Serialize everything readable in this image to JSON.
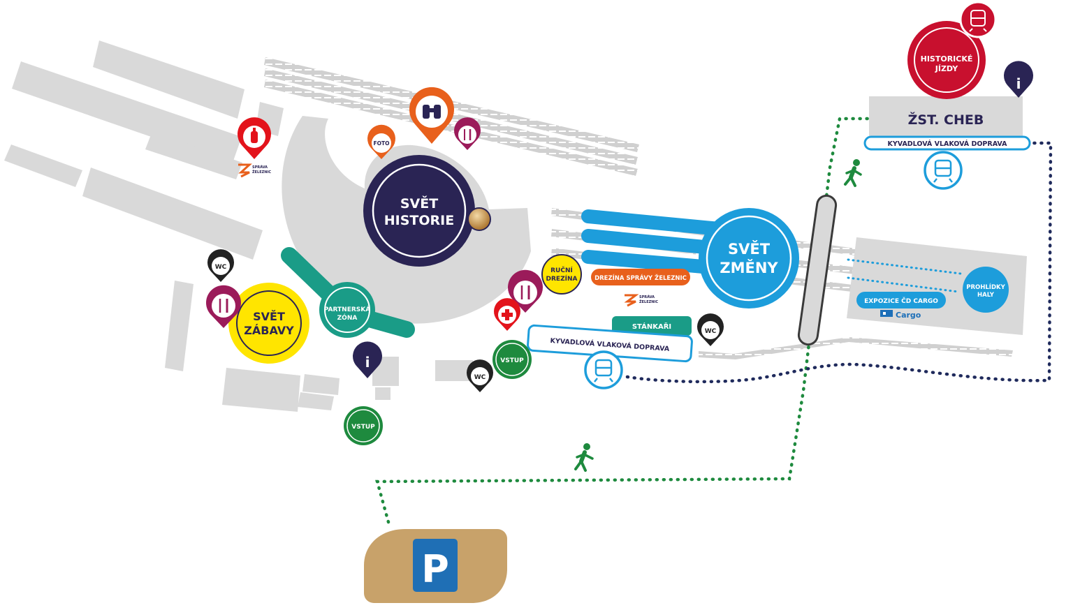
{
  "zones": {
    "svet_historie": [
      "SVĚT",
      "HISTORIE"
    ],
    "svet_zmeny": [
      "SVĚT",
      "ZMĚNY"
    ],
    "svet_zabavy": [
      "SVĚT",
      "ZÁBAVY"
    ],
    "historicke_jizdy": [
      "HISTORICKÉ",
      "JÍZDY"
    ],
    "partnerska_zona": [
      "PARTNERSKÁ",
      "ZÓNA"
    ],
    "prohlidky_haly": [
      "PROHLÍDKY",
      "HALY"
    ],
    "rucni_drezina": [
      "RUČNÍ",
      "DREZÍNA"
    ]
  },
  "labels": {
    "zst_cheb": "ŽST. CHEB",
    "kyvadlova_top": "KYVADLOVÁ VLAKOVÁ DOPRAVA",
    "kyvadlova_mid": "KYVADLOVÁ VLAKOVÁ DOPRAVA",
    "drezina_szel": "DREZÍNA SPRÁVY ŽELEZNIC",
    "stankari": "STÁNKAŘI",
    "expozice_cd": "EXPOZICE ČD CARGO",
    "cd_cargo_logo": "Cargo",
    "foto": "FOTO",
    "vstup_top": "VSTUP",
    "vstup_bottom": "VSTUP",
    "wc_left": "WC",
    "wc_bottom": "WC",
    "wc_right": "WC",
    "info": "i",
    "info2": "i",
    "parking": "P",
    "sz_logo_1": [
      "SPRÁVA",
      "ŽELEZNIC"
    ],
    "sz_logo_2": [
      "SPRÁVA",
      "ŽELEZNIC"
    ]
  },
  "colors": {
    "navy": "#2a2454",
    "blue": "#1d9ddb",
    "yellow": "#ffe500",
    "teal": "#1a9c87",
    "green": "#1e8a3e",
    "red": "#c8102e",
    "orange": "#e8601c",
    "magenta": "#9b1b5a",
    "grey": "#d9d9d9",
    "parking": "#c8a26a",
    "path_green": "#1e8a3e",
    "path_navy": "#1f2a5c"
  },
  "icons": [
    "binoculars-icon",
    "restaurant-icon",
    "fire-extinguisher-icon",
    "first-aid-icon",
    "train-icon",
    "walker-icon",
    "info-icon",
    "wc-icon",
    "parking-icon"
  ]
}
